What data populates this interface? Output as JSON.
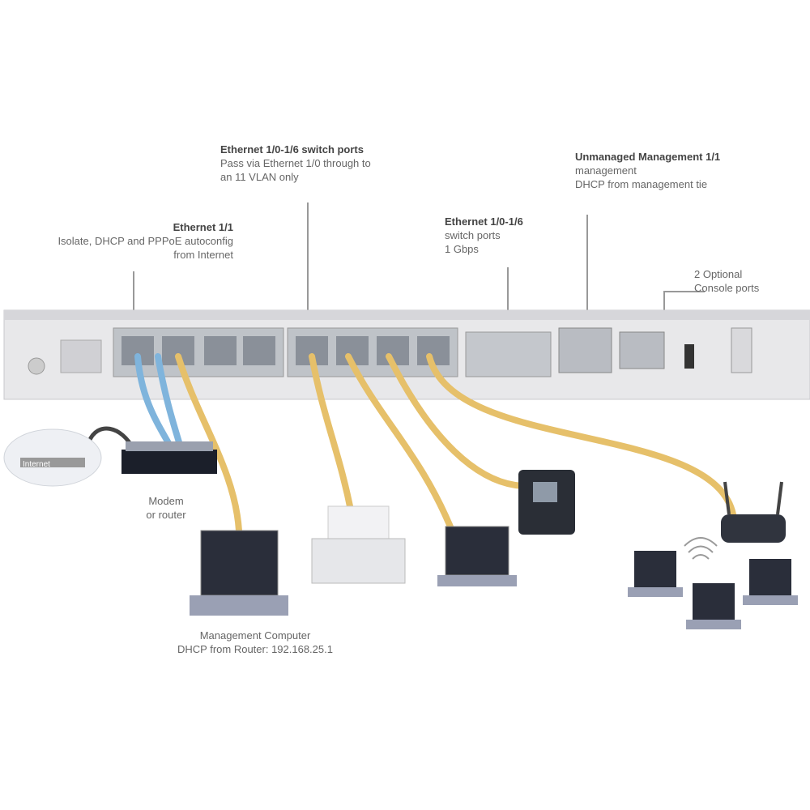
{
  "labels": {
    "switch_ports_top": {
      "title": "Ethernet 1/0-1/6 switch ports",
      "line2": "Pass via Ethernet 1/0 through to",
      "line3": "an 11 VLAN only"
    },
    "ethernet_uplink": {
      "title": "Ethernet 1/1",
      "line2": "Isolate, DHCP and PPPoE autoconfig",
      "line3": "from Internet"
    },
    "switch_ports_right": {
      "title": "Ethernet 1/0-1/6",
      "line2": "switch ports",
      "line3": "1 Gbps"
    },
    "management": {
      "title": "Unmanaged Management 1/1",
      "line2": "management",
      "line3": "DHCP from management tie"
    },
    "console": {
      "line1": "2 Optional",
      "line2": "Console ports"
    },
    "cloud": "Internet",
    "modem": {
      "line1": "Modem",
      "line2": "or router"
    },
    "mgmt_computer": {
      "line1": "Management Computer",
      "line2": "DHCP from Router: 192.168.25.1"
    }
  },
  "colors": {
    "cable_yellow": "#e6c06a",
    "cable_blue": "#7fb4dc",
    "chassis": "#e8e8ea"
  }
}
